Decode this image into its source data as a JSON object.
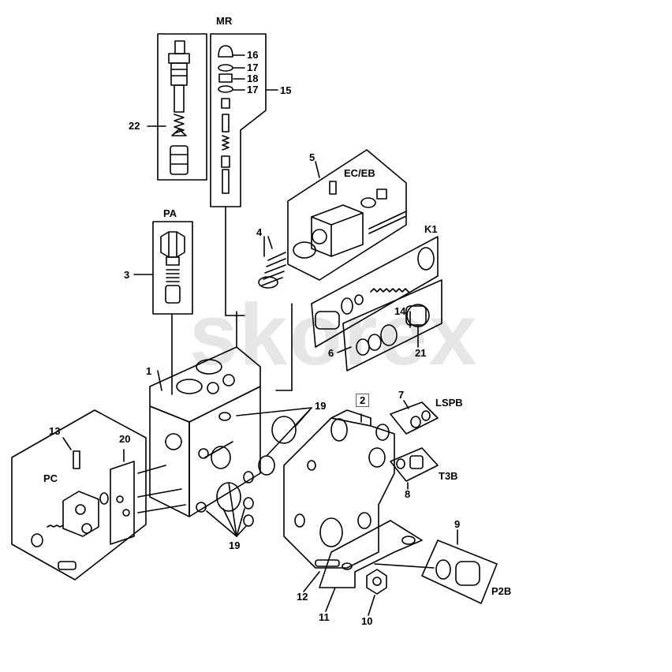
{
  "watermark": "skorex",
  "highlight_color": "#e0303a",
  "groups": {
    "mr": "MR",
    "pa": "PA",
    "ec_eb": "EC/EB",
    "k1": "K1",
    "pc": "PC",
    "lspb": "LSPB",
    "t3b": "T3B",
    "p2b": "P2B"
  },
  "callouts": {
    "c1": "1",
    "c2": "2",
    "c3": "3",
    "c4": "4",
    "c5": "5",
    "c6": "6",
    "c7": "7",
    "c8": "8",
    "c9": "9",
    "c10": "10",
    "c11": "11",
    "c12": "12",
    "c13": "13",
    "c14": "14",
    "c15": "15",
    "c16": "16",
    "c17a": "17",
    "c17b": "17",
    "c18": "18",
    "c19a": "19",
    "c19b": "19",
    "c20": "20",
    "c21": "21",
    "c22": "22"
  },
  "selected_callout": "2"
}
